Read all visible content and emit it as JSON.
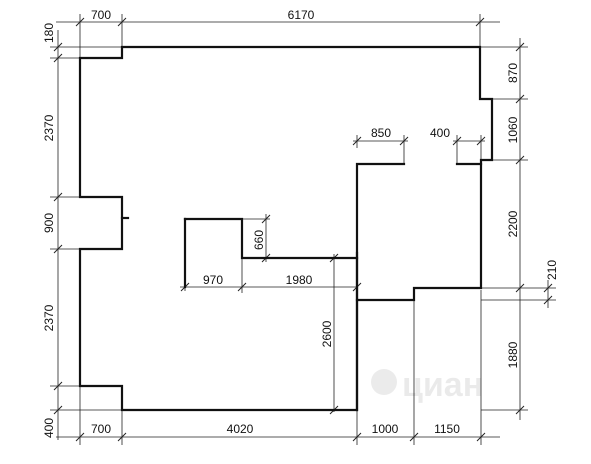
{
  "floor_plan": {
    "top_dims": [
      "700",
      "6170"
    ],
    "bottom_dims": [
      "700",
      "4020",
      "1000",
      "1150"
    ],
    "left_dims": [
      "180",
      "2370",
      "900",
      "2370",
      "400"
    ],
    "right_dims": [
      "870",
      "1060",
      "2200",
      "210",
      "1880"
    ],
    "inner_dims": {
      "niche_left_width": "850",
      "niche_right_width": "400",
      "box_height": "660",
      "box_width": "970",
      "ledge_width": "1980",
      "column_height": "2600"
    },
    "watermark": "циан"
  }
}
